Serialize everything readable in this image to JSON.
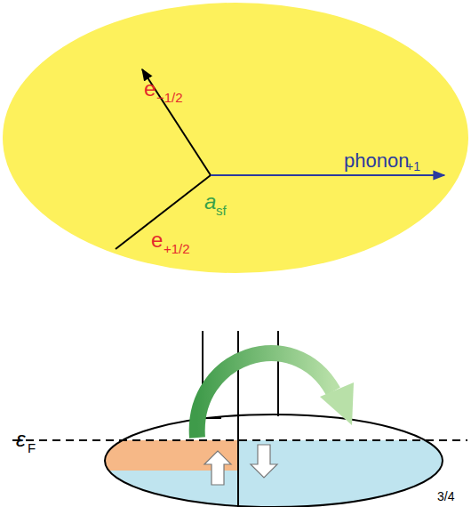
{
  "diagram": {
    "labels": [
      "e",
      "−1/2",
      "phonon",
      "+1",
      "a",
      "sf",
      "e",
      "+1/2",
      "ε",
      "F",
      "3/4"
    ]
  }
}
